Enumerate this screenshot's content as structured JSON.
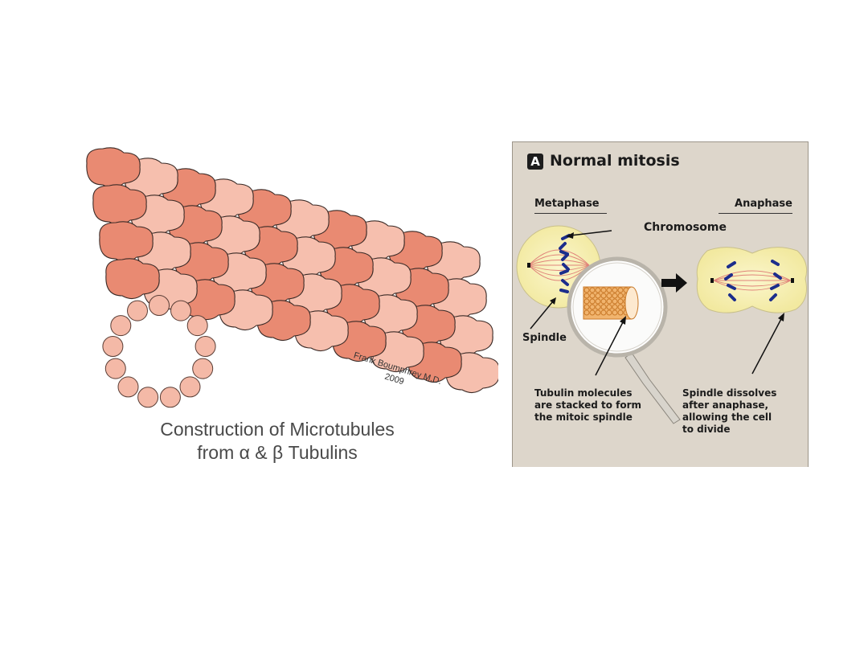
{
  "signature": {
    "line1": "Frank Boumphrey M.D.",
    "line2": "2009"
  },
  "caption": {
    "line1": "Construction of Microtubules",
    "line2": "from α & β Tubulins"
  },
  "panel": {
    "badge": "A",
    "title": "Normal mitosis",
    "metaphase": "Metaphase",
    "anaphase": "Anaphase",
    "chromosome": "Chromosome",
    "spindle": "Spindle",
    "tubulin_text": [
      "Tubulin molecules",
      "are stacked to form",
      "the mitoic spindle"
    ],
    "dissolve_text": [
      "Spindle dissolves",
      "after anaphase,",
      "allowing the cell",
      "to divide"
    ]
  },
  "colors": {
    "alpha_tubulin": "#e98a72",
    "beta_tubulin": "#f6bfae",
    "ring": "#f4b9a7",
    "panel_bg": "#ddd6cb",
    "cell_fill": "#f7f1b8",
    "chromosome": "#1c2d8c",
    "tubule": "#e8a24c"
  }
}
